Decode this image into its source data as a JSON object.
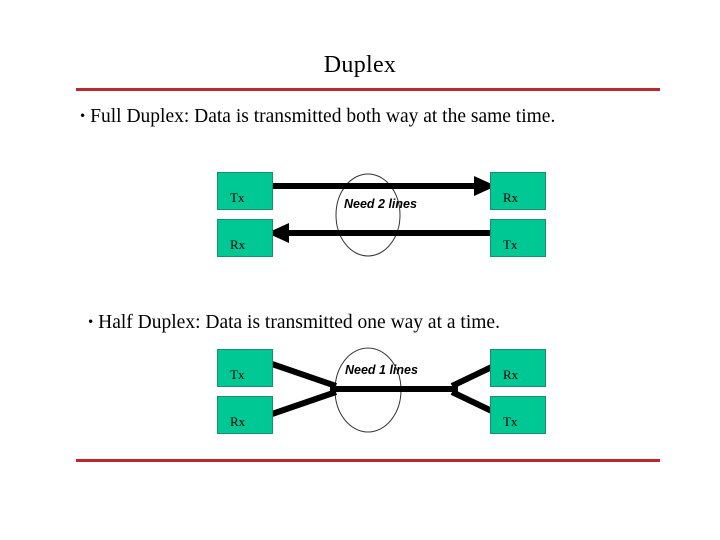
{
  "slide": {
    "title": "Duplex",
    "accent_color": "#c0272d",
    "node_color": "#00c894",
    "line_color": "#000000"
  },
  "bullets": {
    "marker": "•",
    "full_duplex": "Full Duplex: Data is transmitted both way at the same time.",
    "half_duplex": "Half Duplex: Data is transmitted one way at a time."
  },
  "full_duplex_diagram": {
    "caption": "Need 2 lines",
    "nodes": [
      {
        "label": "Tx",
        "side": "left",
        "row": "top"
      },
      {
        "label": "Rx",
        "side": "left",
        "row": "bottom"
      },
      {
        "label": "Rx",
        "side": "right",
        "row": "top"
      },
      {
        "label": "Tx",
        "side": "right",
        "row": "bottom"
      }
    ],
    "links": [
      {
        "from": "Tx",
        "to": "Rx",
        "direction": "right"
      },
      {
        "from": "Tx",
        "to": "Rx",
        "direction": "left"
      }
    ]
  },
  "half_duplex_diagram": {
    "caption": "Need 1 lines",
    "nodes": [
      {
        "label": "Tx",
        "side": "left",
        "row": "top"
      },
      {
        "label": "Rx",
        "side": "left",
        "row": "bottom"
      },
      {
        "label": "Rx",
        "side": "right",
        "row": "top"
      },
      {
        "label": "Tx",
        "side": "right",
        "row": "bottom"
      }
    ],
    "links": [
      {
        "from": "Tx",
        "to": "shared-line",
        "direction": "none"
      },
      {
        "from": "Rx",
        "to": "shared-line",
        "direction": "none"
      },
      {
        "from": "shared-line",
        "to": "Rx",
        "direction": "none"
      },
      {
        "from": "shared-line",
        "to": "Tx",
        "direction": "none"
      }
    ]
  }
}
